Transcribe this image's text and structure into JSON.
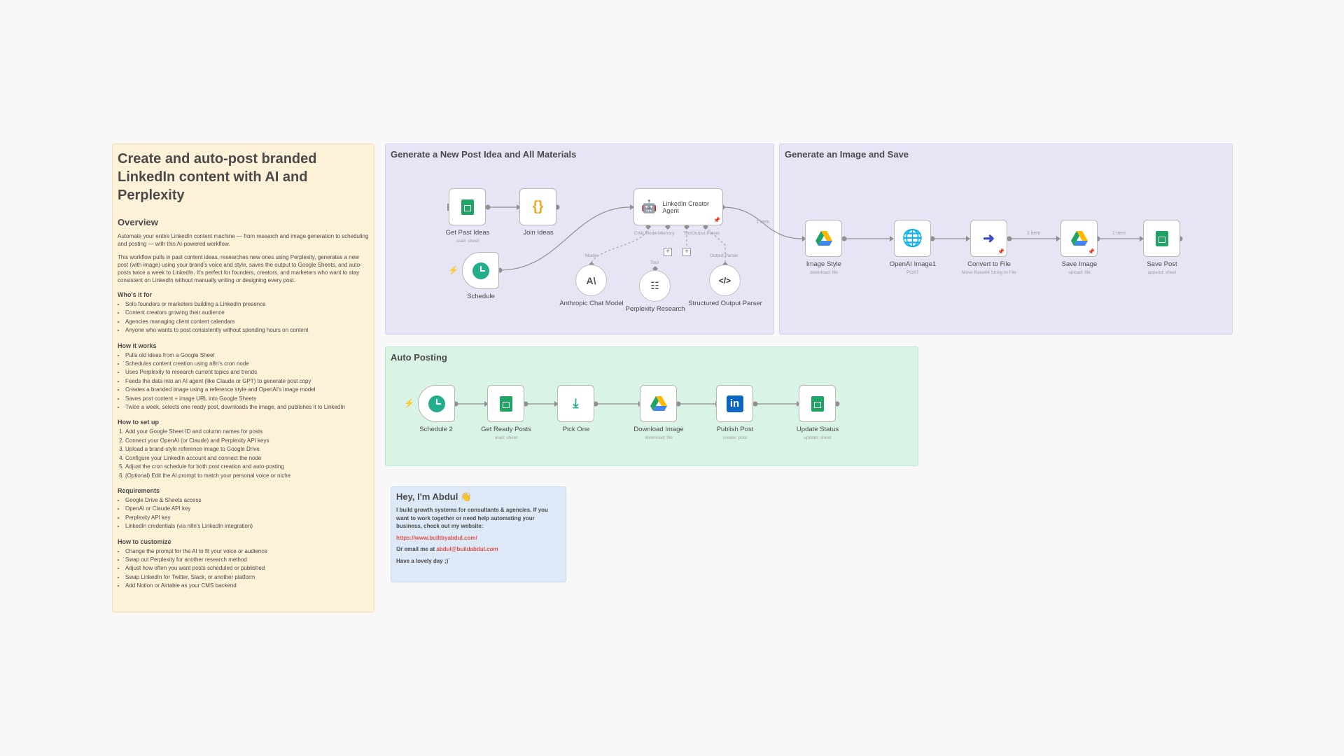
{
  "info_note": {
    "title": "Create and auto-post branded LinkedIn content with AI and Perplexity",
    "overview_heading": "Overview",
    "overview_p1": "Automate your entire LinkedIn content machine — from research and image generation to scheduling and posting — with this AI-powered workflow.",
    "overview_p2": "This workflow pulls in past content ideas, researches new ones using Perplexity, generates a new post (with image) using your brand's voice and style, saves the output to Google Sheets, and auto-posts twice a week to LinkedIn. It's perfect for founders, creators, and marketers who want to stay consistent on LinkedIn without manually writing or designing every post.",
    "who_heading": "Who's it for",
    "who_items": [
      "Solo founders or marketers building a LinkedIn presence",
      "Content creators growing their audience",
      "Agencies managing client content calendars",
      "Anyone who wants to post consistently without spending hours on content"
    ],
    "how_heading": "How it works",
    "how_items": [
      "Pulls old ideas from a Google Sheet",
      "Schedules content creation using n8n's cron node",
      "Uses Perplexity to research current topics and trends",
      "Feeds the data into an AI agent (like Claude or GPT) to generate post copy",
      "Creates a branded image using a reference style and OpenAI's image model",
      "Saves post content + image URL into Google Sheets",
      "Twice a week, selects one ready post, downloads the image, and publishes it to LinkedIn"
    ],
    "setup_heading": "How to set up",
    "setup_items": [
      "Add your Google Sheet ID and column names for posts",
      "Connect your OpenAI (or Claude) and Perplexity API keys",
      "Upload a brand-style reference image to Google Drive",
      "Configure your LinkedIn account and connect the node",
      "Adjust the cron schedule for both post creation and auto-posting",
      "(Optional) Edit the AI prompt to match your personal voice or niche"
    ],
    "req_heading": "Requirements",
    "req_items": [
      "Google Drive & Sheets access",
      "OpenAI or Claude API key",
      "Perplexity API key",
      "LinkedIn credentials (via n8n's LinkedIn integration)"
    ],
    "custom_heading": "How to customize",
    "custom_items": [
      "Change the prompt for the AI to fit your voice or audience",
      "Swap out Perplexity for another research method",
      "Adjust how often you want posts scheduled or published",
      "Swap LinkedIn for Twitter, Slack, or another platform",
      "Add Notion or Airtable as your CMS backend"
    ]
  },
  "sections": {
    "generate_post": "Generate a New Post Idea and All Materials",
    "generate_image": "Generate an Image and Save",
    "auto_posting": "Auto Posting"
  },
  "author_note": {
    "title": "Hey, I'm Abdul 👋",
    "body": "I build growth systems for consultants & agencies. If you want to work together or need help automating your business, check out my website:",
    "website": "https://www.builtbyabdul.com/",
    "email_prefix": "Or email me at ",
    "email": "abdul@buildabdul.com",
    "signoff": "Have a lovely day ;)`"
  },
  "nodes": {
    "get_past_ideas": {
      "label": "Get Past Ideas",
      "sub": "read: sheet"
    },
    "join_ideas": {
      "label": "Join Ideas"
    },
    "schedule": {
      "label": "Schedule"
    },
    "agent": {
      "label": "LinkedIn Creator Agent"
    },
    "anthropic": {
      "label": "Anthropic Chat Model"
    },
    "perplexity": {
      "label": "Perplexity Research"
    },
    "parser": {
      "label": "Structured Output Parser"
    },
    "image_style": {
      "label": "Image Style",
      "sub": "download: file"
    },
    "openai_image": {
      "label": "OpenAI Image1",
      "sub": "POST"
    },
    "convert": {
      "label": "Convert to File",
      "sub": "Move Base64 String to File"
    },
    "save_image": {
      "label": "Save Image",
      "sub": "upload: file"
    },
    "save_post": {
      "label": "Save Post",
      "sub": "append: sheet"
    },
    "schedule2": {
      "label": "Schedule 2"
    },
    "get_ready": {
      "label": "Get Ready Posts",
      "sub": "read: sheet"
    },
    "pick_one": {
      "label": "Pick One"
    },
    "download_image": {
      "label": "Download Image",
      "sub": "download: file"
    },
    "publish": {
      "label": "Publish Post",
      "sub": "create: post"
    },
    "update_status": {
      "label": "Update Status",
      "sub": "update: sheet"
    }
  },
  "ports": {
    "chat_model": "Chat Model",
    "memory": "Memory",
    "tool": "Tool",
    "output_parser": "Output Parser",
    "model": "Model",
    "tool2": "Tool",
    "output_parser2": "Output Parser"
  },
  "edge_labels": {
    "e1": "1 item",
    "e2": "1 item",
    "e3": "1 item"
  },
  "glyphs": {
    "code": "{}",
    "anthropic": "A\\",
    "perplexity": "☷",
    "parser": "</>",
    "globe": "🌐",
    "convert": "➜",
    "linkedin": "in",
    "pick": "⤓",
    "plus": "+",
    "bolt": "⚡",
    "pin": "📌"
  }
}
